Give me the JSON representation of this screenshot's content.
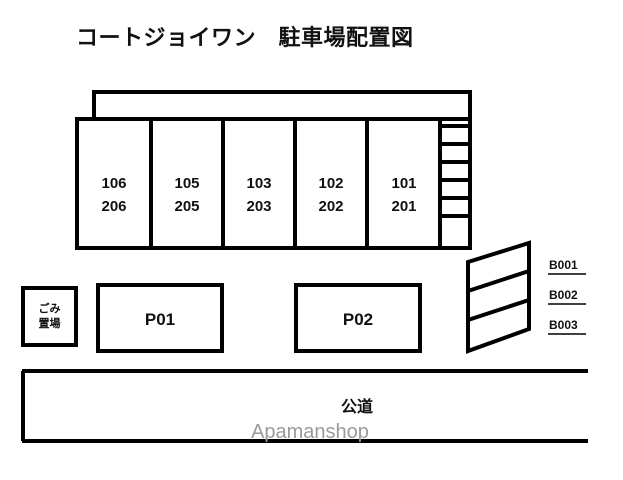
{
  "title": "コートジョイワン　駐車場配置図",
  "diagram": {
    "parking_stalls": [
      {
        "upper": "106",
        "lower": "206"
      },
      {
        "upper": "105",
        "lower": "205"
      },
      {
        "upper": "103",
        "lower": "203"
      },
      {
        "upper": "102",
        "lower": "202"
      },
      {
        "upper": "101",
        "lower": "201"
      }
    ],
    "stair_steps": 6,
    "trash_area": {
      "line1": "ごみ",
      "line2": "置場"
    },
    "plots": [
      {
        "label": "P01"
      },
      {
        "label": "P02"
      }
    ],
    "bike_slots": [
      {
        "label": "B001"
      },
      {
        "label": "B002"
      },
      {
        "label": "B003"
      }
    ],
    "road": {
      "label": "公道"
    },
    "watermark": "Apamanshop"
  },
  "colors": {
    "line": "#000000",
    "text": "#111111",
    "watermark": "#9a9a9a",
    "background": "#ffffff"
  }
}
